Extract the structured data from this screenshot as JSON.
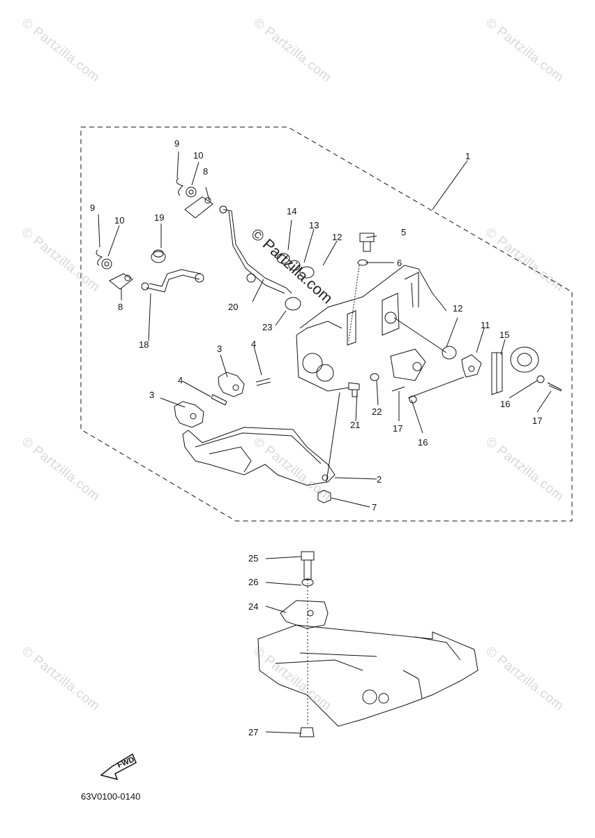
{
  "watermark": {
    "text": "© Partzilla.com",
    "center_text": "© Partzilla.com"
  },
  "callouts": [
    {
      "id": "c1",
      "label": "1"
    },
    {
      "id": "c2",
      "label": "2"
    },
    {
      "id": "c3a",
      "label": "3"
    },
    {
      "id": "c3b",
      "label": "3"
    },
    {
      "id": "c4a",
      "label": "4"
    },
    {
      "id": "c4b",
      "label": "4"
    },
    {
      "id": "c5",
      "label": "5"
    },
    {
      "id": "c6",
      "label": "6"
    },
    {
      "id": "c7",
      "label": "7"
    },
    {
      "id": "c8a",
      "label": "8"
    },
    {
      "id": "c8b",
      "label": "8"
    },
    {
      "id": "c9a",
      "label": "9"
    },
    {
      "id": "c9b",
      "label": "9"
    },
    {
      "id": "c10a",
      "label": "10"
    },
    {
      "id": "c10b",
      "label": "10"
    },
    {
      "id": "c11",
      "label": "11"
    },
    {
      "id": "c12a",
      "label": "12"
    },
    {
      "id": "c12b",
      "label": "12"
    },
    {
      "id": "c13",
      "label": "13"
    },
    {
      "id": "c14",
      "label": "14"
    },
    {
      "id": "c15",
      "label": "15"
    },
    {
      "id": "c16a",
      "label": "16"
    },
    {
      "id": "c16b",
      "label": "16"
    },
    {
      "id": "c17a",
      "label": "17"
    },
    {
      "id": "c17b",
      "label": "17"
    },
    {
      "id": "c18",
      "label": "18"
    },
    {
      "id": "c19",
      "label": "19"
    },
    {
      "id": "c20",
      "label": "20"
    },
    {
      "id": "c21",
      "label": "21"
    },
    {
      "id": "c22",
      "label": "22"
    },
    {
      "id": "c23",
      "label": "23"
    },
    {
      "id": "c24",
      "label": "24"
    },
    {
      "id": "c25",
      "label": "25"
    },
    {
      "id": "c26",
      "label": "26"
    },
    {
      "id": "c27",
      "label": "27"
    }
  ],
  "fwd_label": "FWD",
  "diagram_code": "63V0100-0140"
}
